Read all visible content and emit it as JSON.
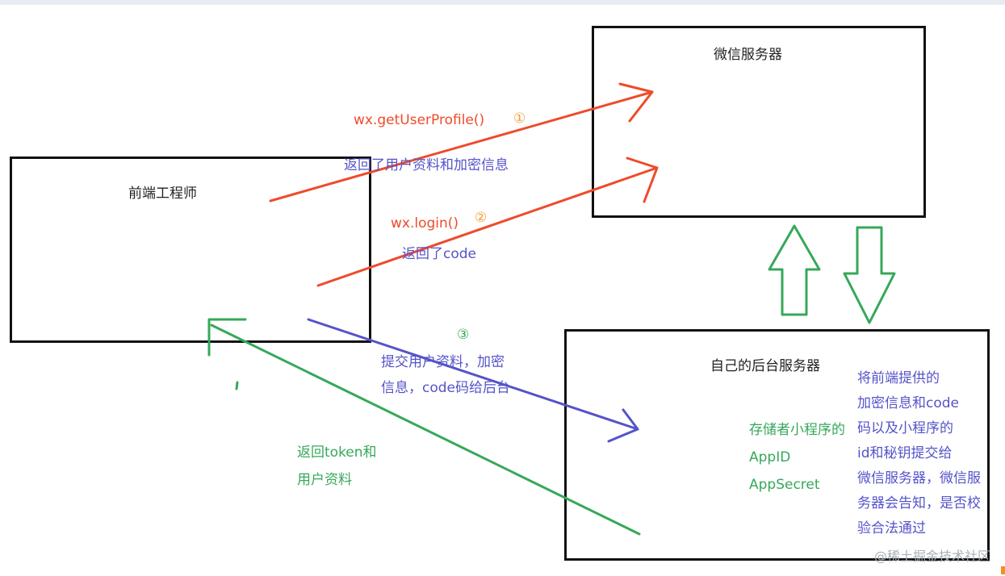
{
  "nodes": {
    "frontend": {
      "title": "前端工程师"
    },
    "wechat": {
      "title": "微信服务器"
    },
    "backend": {
      "title": "自己的后台服务器"
    }
  },
  "labels": {
    "getUserProfile": "wx.getUserProfile()",
    "step1": "①",
    "return_profile": "返回了用户资料和加密信息",
    "login": "wx.login()",
    "step2": "②",
    "return_code": "返回了code",
    "step3": "③",
    "submit_line1": "提交用户资料，加密",
    "submit_line2": "信息，code码给后台",
    "return_token_line1": "返回token和",
    "return_token_line2": "用户资料",
    "store_line1": "存储者小程序的",
    "store_line2": "AppID",
    "store_line3": "AppSecret",
    "backend_note": [
      "将前端提供的",
      "加密信息和code",
      "码以及小程序的",
      "id和秘钥提交给",
      "微信服务器，微信服",
      "务器会告知，是否校",
      "验合法通过"
    ]
  },
  "watermark": "@稀土掘金技术社区",
  "colors": {
    "red": "#ee4b2b",
    "blue": "#5553c9",
    "green": "#36a85a",
    "orange": "#f0a030",
    "box_border": "#111111"
  }
}
